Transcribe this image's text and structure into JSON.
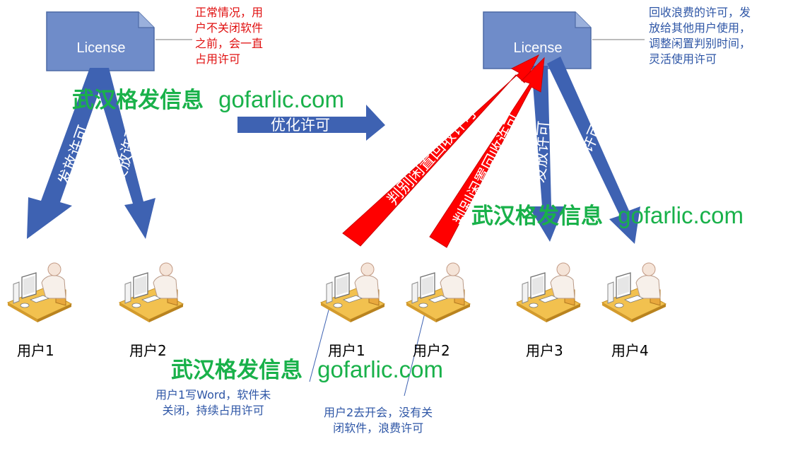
{
  "license": {
    "left_label": "License",
    "right_label": "License"
  },
  "notes": {
    "left_red": [
      "正常情况，用",
      "户不关闭软件",
      "之前，会一直",
      "占用许可"
    ],
    "right_blue": [
      "回收浪费的许可，发",
      "放给其他用户使用，",
      "调整闲置判别时间，",
      "灵活使用许可"
    ],
    "user1_note": [
      "用户1写Word，软件未",
      "关闭，持续占用许可"
    ],
    "user2_note": [
      "用户2去开会，没有关",
      "闭软件，浪费许可"
    ]
  },
  "arrows": {
    "issue": "发放许可",
    "optimize": "优化许可",
    "reclaim": "判别闲置回收许可"
  },
  "users": {
    "left": [
      "用户1",
      "用户2"
    ],
    "right": [
      "用户1",
      "用户2",
      "用户3",
      "用户4"
    ]
  },
  "watermark": {
    "cn": "武汉格发信息",
    "en": "gofarlic.com"
  },
  "colors": {
    "license_fill": "#6f8cc9",
    "arrow_blue": "#3e62b2",
    "arrow_red": "#ff0000",
    "note_red": "#e01010",
    "note_blue": "#2e56a6",
    "watermark": "#19b14a"
  }
}
